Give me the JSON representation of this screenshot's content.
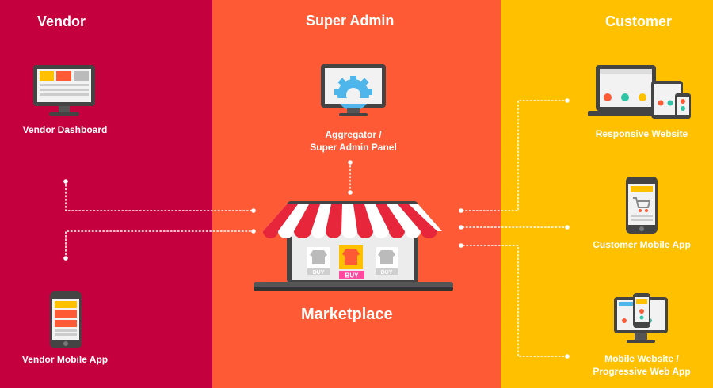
{
  "columns": {
    "vendor": {
      "title": "Vendor",
      "color": "#c5003e"
    },
    "admin": {
      "title": "Super Admin",
      "color": "#ff5a36"
    },
    "customer": {
      "title": "Customer",
      "color": "#ffc000"
    }
  },
  "vendor": {
    "dashboard_label": "Vendor Dashboard",
    "mobile_label": "Vendor Mobile App",
    "dashboard_icon": "monitor-icon",
    "mobile_icon": "phone-icon"
  },
  "admin": {
    "panel_label_line1": "Aggregator /",
    "panel_label_line2": "Super Admin Panel",
    "panel_icon": "gear-monitor-icon"
  },
  "marketplace": {
    "label": "Marketplace",
    "buy_labels": [
      "BUY",
      "BUY",
      "BUY"
    ],
    "icon": "storefront-laptop-icon"
  },
  "customer": {
    "website_label": "Responsive Website",
    "mobile_label": "Customer Mobile App",
    "pwa_label_line1": "Mobile Website /",
    "pwa_label_line2": "Progressive Web App",
    "website_icon": "devices-icon",
    "mobile_icon": "shopping-phone-icon",
    "pwa_icon": "monitor-phone-icon"
  }
}
